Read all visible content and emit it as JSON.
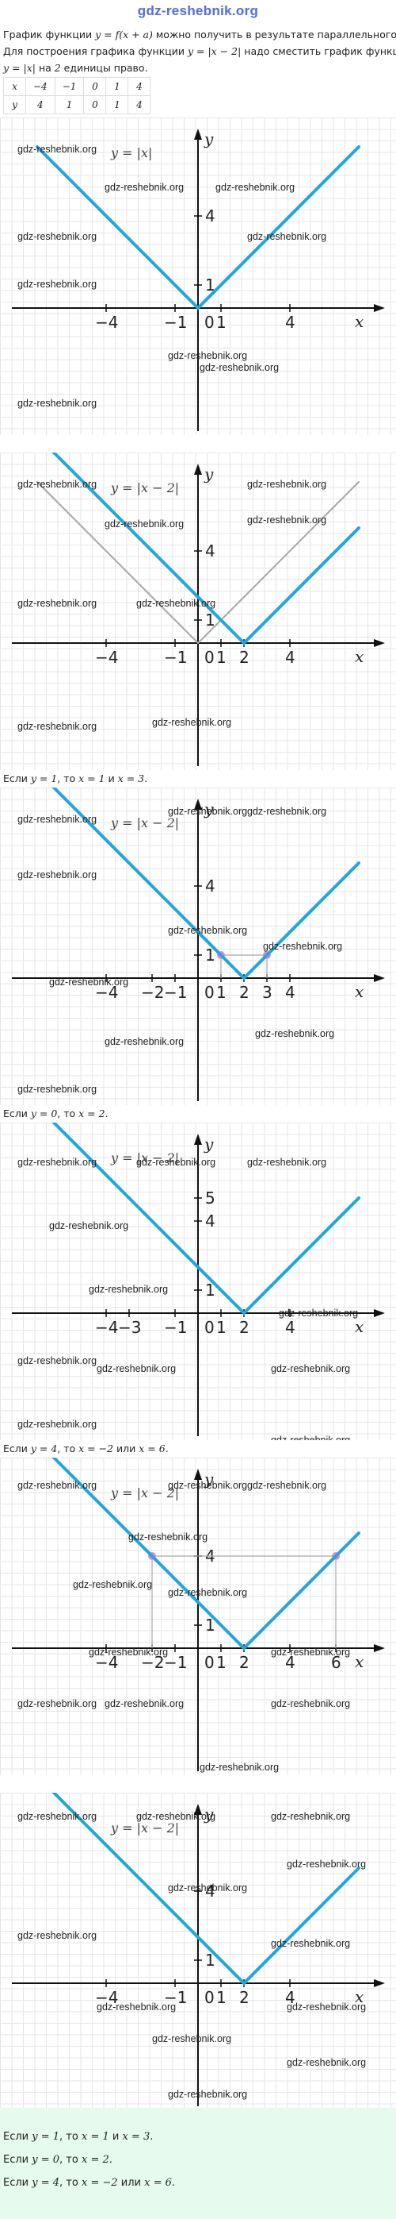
{
  "site": {
    "logo": "gdz-reshebnik.org"
  },
  "intro": {
    "line1_pre": "График функции ",
    "line1_math": "y = f(x + a)",
    "line1_post": " можно получить в результате параллельного",
    "line2_pre": "Для построения графика функции ",
    "line2_math": "y = |x − 2|",
    "line2_post": " надо сместить график функции",
    "line3_math": "y = |x|",
    "line3_mid": " на ",
    "line3_num": "2",
    "line3_post": " единицы право."
  },
  "table": {
    "x_label": "x",
    "x_values": [
      "−4",
      "−1",
      "0",
      "1",
      "4"
    ],
    "y_label": "y",
    "y_values": [
      "4",
      "1",
      "0",
      "1",
      "4"
    ]
  },
  "watermark": "gdz-reshebnik.org",
  "graphs": [
    {
      "fn_label": "y = |x|",
      "ticks_x": [
        "−4",
        "−1",
        "0",
        "1",
        "4"
      ],
      "ticks_y": [
        "4",
        "1"
      ],
      "caption": ""
    },
    {
      "fn_label": "y = |x − 2|",
      "ticks_x": [
        "−4",
        "−1",
        "0",
        "1",
        "2",
        "4"
      ],
      "ticks_y": [
        "4",
        "1"
      ],
      "caption_pre": "Если ",
      "caption_m1": "y = 1",
      "caption_mid": ", то ",
      "caption_m2": "x = 1",
      "caption_and": " и ",
      "caption_m3": "x = 3",
      "caption_end": "."
    },
    {
      "fn_label": "y = |x − 2|",
      "ticks_x": [
        "−4",
        "−2",
        "−1",
        "0",
        "1",
        "2",
        "3",
        "4"
      ],
      "ticks_y": [
        "4",
        "1"
      ],
      "caption_pre": "Если ",
      "caption_m1": "y = 0",
      "caption_mid": ", то ",
      "caption_m2": "x = 2",
      "caption_end": "."
    },
    {
      "fn_label": "y = |x − 2|",
      "ticks_x": [
        "−4",
        "−3",
        "−1",
        "0",
        "1",
        "2",
        "4"
      ],
      "ticks_y": [
        "5",
        "4",
        "1"
      ],
      "caption_pre": "Если ",
      "caption_m1": "y = 4",
      "caption_mid": ", то ",
      "caption_m2": "x = −2",
      "caption_or": " или ",
      "caption_m3": "x = 6",
      "caption_end": "."
    },
    {
      "fn_label": "y = |x − 2|",
      "ticks_x": [
        "−4",
        "−2",
        "−1",
        "0",
        "1",
        "2",
        "4",
        "6"
      ],
      "ticks_y": [
        "4",
        "1"
      ],
      "caption": ""
    },
    {
      "fn_label": "y = |x − 2|",
      "ticks_x": [
        "−4",
        "−1",
        "0",
        "1",
        "2",
        "4"
      ],
      "ticks_y": [
        "4",
        "1"
      ],
      "caption": ""
    }
  ],
  "axis_names": {
    "x": "x",
    "y": "y"
  },
  "summary": {
    "l1_pre": "Если ",
    "l1_m1": "y = 1",
    "l1_mid": ", то ",
    "l1_m2": "x = 1",
    "l1_and": " и ",
    "l1_m3": "x = 3",
    "l1_end": ".",
    "l2_pre": "Если ",
    "l2_m1": "y = 0",
    "l2_mid": ", то ",
    "l2_m2": "x = 2",
    "l2_end": ".",
    "l3_pre": "Если ",
    "l3_m1": "y = 4",
    "l3_mid": ", то ",
    "l3_m2": "x = −2",
    "l3_or": " или ",
    "l3_m3": "x = 6",
    "l3_end": "."
  },
  "colors": {
    "graph_line": "#21a7dc",
    "grey_line": "#a6a6a6",
    "marker": "#ee82d6",
    "summary_bg": "#e6faee",
    "logo": "#5a6ee6"
  }
}
